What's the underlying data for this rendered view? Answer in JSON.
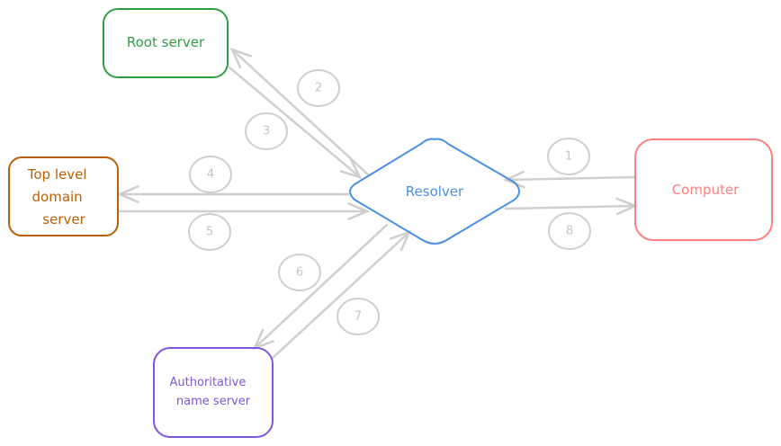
{
  "nodes": {
    "root": {
      "lines": [
        "Root server"
      ],
      "color": "#2f9e44",
      "shape": "rounded-rectangle"
    },
    "tld": {
      "lines": [
        "Top level",
        "domain",
        "server"
      ],
      "color": "#b85f0a",
      "shape": "rounded-rectangle"
    },
    "resolver": {
      "lines": [
        "Resolver"
      ],
      "color": "#4a90e2",
      "shape": "diamond"
    },
    "computer": {
      "lines": [
        "Computer"
      ],
      "color": "#ff8080",
      "shape": "rounded-rectangle"
    },
    "authoritative": {
      "lines": [
        "Authoritative",
        "name server"
      ],
      "color": "#7e55e0",
      "shape": "rounded-rectangle"
    }
  },
  "edges": [
    {
      "step": "1",
      "from": "computer",
      "to": "resolver"
    },
    {
      "step": "2",
      "from": "resolver",
      "to": "root"
    },
    {
      "step": "3",
      "from": "root",
      "to": "resolver"
    },
    {
      "step": "4",
      "from": "resolver",
      "to": "tld"
    },
    {
      "step": "5",
      "from": "tld",
      "to": "resolver"
    },
    {
      "step": "6",
      "from": "resolver",
      "to": "authoritative"
    },
    {
      "step": "7",
      "from": "authoritative",
      "to": "resolver"
    },
    {
      "step": "8",
      "from": "resolver",
      "to": "computer"
    }
  ],
  "edge_color": "#cfcfcf"
}
